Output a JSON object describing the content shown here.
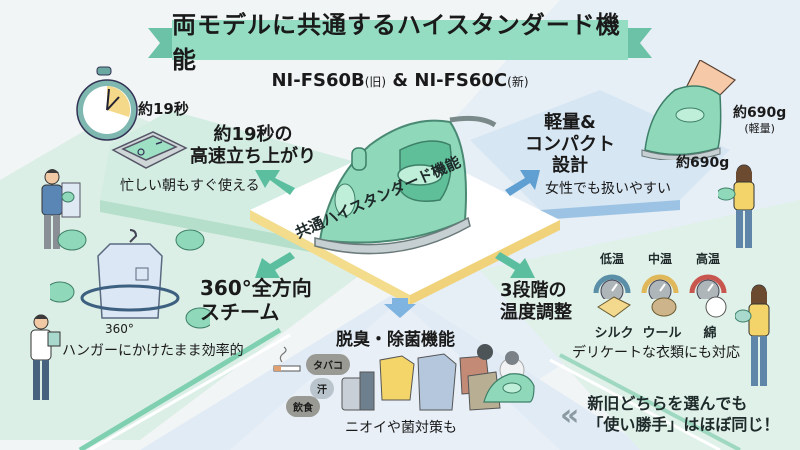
{
  "title": "両モデルに共通するハイスタンダード機能",
  "subtitle": {
    "model_old": "NI-FS60B",
    "old_tag": "(旧)",
    "amp": "&",
    "model_new": "NI-FS60C",
    "new_tag": "(新)"
  },
  "center": {
    "platform_label": "共通ハイスタンダード機能",
    "icon": "steam-iron-icon"
  },
  "features": {
    "quick_heat": {
      "timer_label": "約19秒",
      "heading_line1": "約19秒の",
      "heading_line2": "高速立ち上がり",
      "note": "忙しい朝もすぐ使える",
      "icons": [
        "stopwatch-icon",
        "power-switch-icon",
        "person-ironing-shirt-icon"
      ]
    },
    "lightweight": {
      "heading_line1": "軽量&",
      "heading_line2": "コンパクト",
      "heading_line3": "設計",
      "note": "女性でも扱いやすい",
      "weight_label": "約690g",
      "weight_tag": "(軽量)",
      "weight_label_2": "約690g",
      "icons": [
        "hand-holding-iron-icon",
        "woman-holding-iron-icon"
      ]
    },
    "steam_360": {
      "heading_line1": "360°全方向",
      "heading_line2": "スチーム",
      "degree_label": "360°",
      "note": "ハンガーにかけたまま効率的",
      "icons": [
        "hanging-shirt-icon",
        "rotate-arrows-icon",
        "mini-iron-icon",
        "person-with-tablet-icon"
      ]
    },
    "temperature": {
      "heading_line1": "3段階の",
      "heading_line2": "温度調整",
      "levels": [
        {
          "label": "低温",
          "color": "#5b8fa8",
          "fabric": "シルク"
        },
        {
          "label": "中温",
          "color": "#e0b85a",
          "fabric": "ウール"
        },
        {
          "label": "高温",
          "color": "#c9564e",
          "fabric": "綿"
        }
      ],
      "note": "デリケートな衣類にも対応",
      "icons": [
        "dial-icon",
        "silk-cloth-icon",
        "wool-roll-icon",
        "cotton-icon",
        "woman-holding-cloth-icon"
      ]
    },
    "deodorize": {
      "heading": "脱臭・除菌機能",
      "odor_tags": [
        "タバコ",
        "汗",
        "飲食"
      ],
      "note": "ニオイや菌対策も",
      "icons": [
        "cigarette-icon",
        "clothes-rack-icon",
        "germ-icon",
        "steam-cloud-icon",
        "iron-icon"
      ]
    }
  },
  "callout": {
    "chevron": "«",
    "line1": "新旧どちらを選んでも",
    "line2": "「使い勝手」はほぼ同じ！"
  },
  "colors": {
    "mint": "#94dcc2",
    "mint_dark": "#6cc2a6",
    "blue_panel": "#dde9f4",
    "arrow_green": "#5bbf9f",
    "arrow_blue": "#5f9fd1",
    "platform_yellow": "#f3dc8c"
  }
}
